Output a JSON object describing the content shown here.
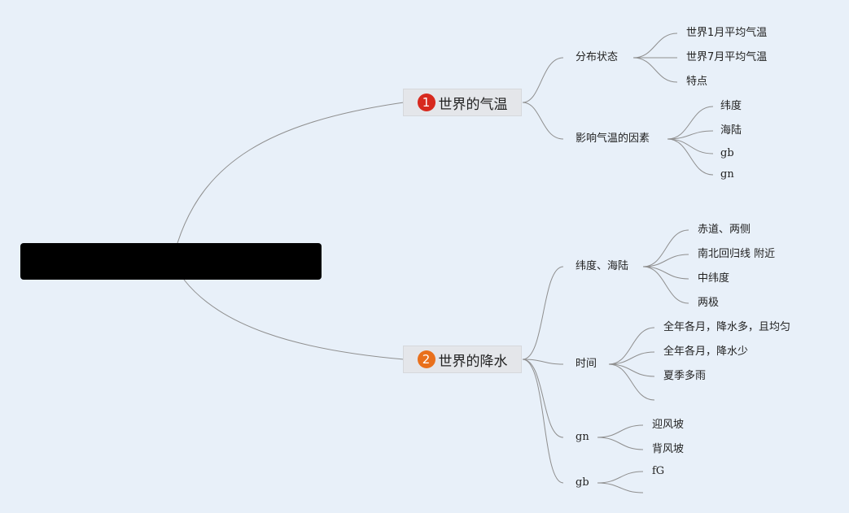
{
  "root": {
    "label": ""
  },
  "colors": {
    "badge1": "#d7291e",
    "badge2": "#e9701c",
    "line": "#8f8f8f",
    "background": "#e8f0f9"
  },
  "topic1": {
    "badge": "1",
    "label": "世界的气温",
    "distribution": {
      "label": "分布状态",
      "items": [
        "世界1月平均气温",
        "世界7月平均气温",
        "特点"
      ]
    },
    "factors": {
      "label": "影响气温的因素",
      "items": [
        "纬度",
        "海陆",
        "gb",
        "gn"
      ]
    }
  },
  "topic2": {
    "badge": "2",
    "label": "世界的降水",
    "latitude": {
      "label": "纬度、海陆",
      "items": [
        "赤道、两侧",
        "南北回归线 附近",
        "中纬度",
        "两极"
      ]
    },
    "time": {
      "label": "时间",
      "items": [
        "全年各月，降水多，且均匀",
        "全年各月，降水少",
        "夏季多雨",
        ""
      ]
    },
    "gn": {
      "label": "gn",
      "items": [
        "迎风坡",
        "背风坡"
      ]
    },
    "gb": {
      "label": "gb",
      "items": [
        "fG",
        ""
      ]
    }
  }
}
